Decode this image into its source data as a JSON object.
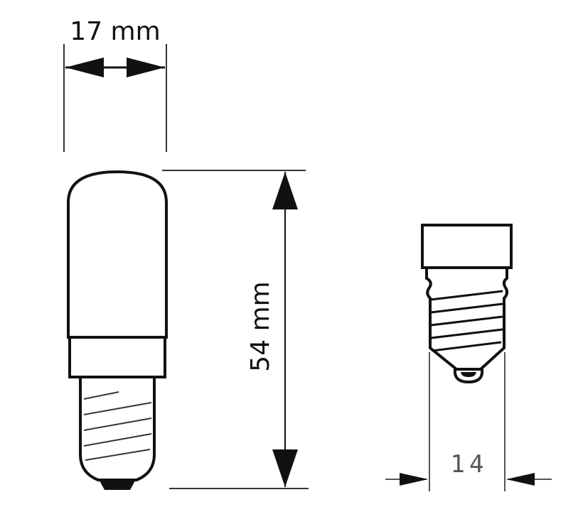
{
  "labels": {
    "width": "17 mm",
    "height": "54 mm",
    "base_diameter": "14"
  },
  "colors": {
    "line": "#111111",
    "thin_line": "#333333",
    "base_label": "#555555"
  }
}
